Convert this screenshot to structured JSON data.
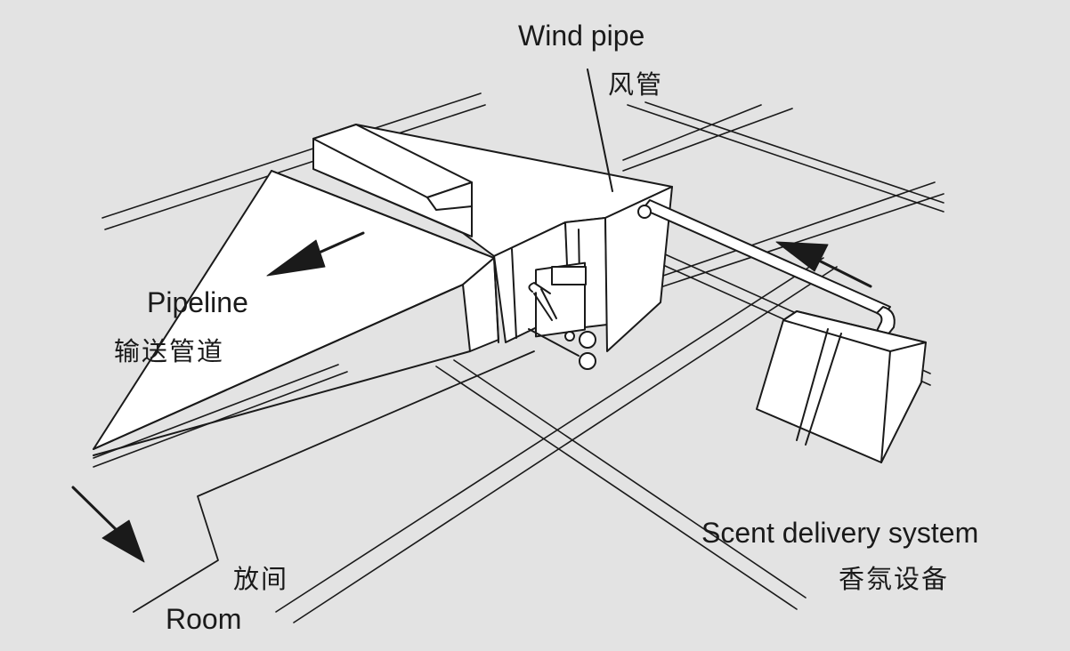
{
  "labels": {
    "wind_pipe_en": "Wind pipe",
    "wind_pipe_zh": "风管",
    "pipeline_en": "Pipeline",
    "pipeline_zh": "输送管道",
    "room_zh": "放间",
    "room_en": "Room",
    "scent_en": "Scent delivery system",
    "scent_zh": "香氛设备"
  },
  "colors": {
    "background": "#e3e3e3",
    "line": "#1a1a1a",
    "fill": "#ffffff"
  }
}
